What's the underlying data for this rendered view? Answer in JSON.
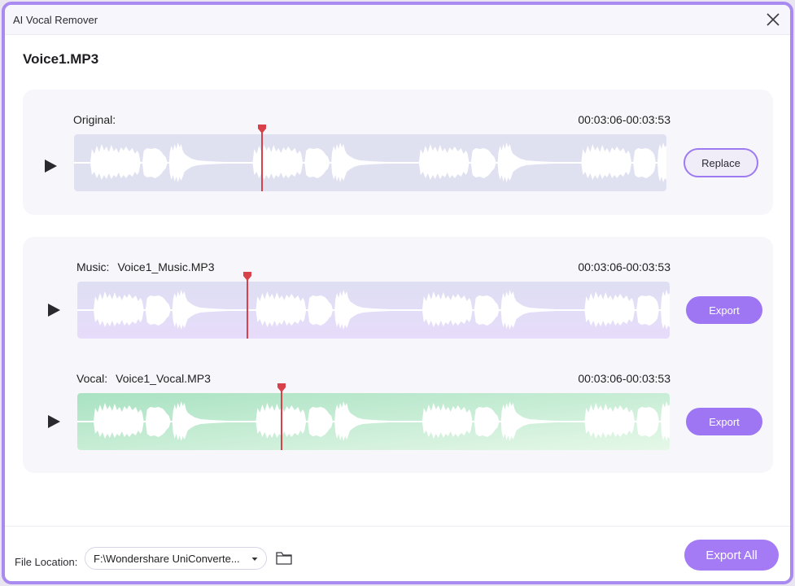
{
  "window": {
    "title": "AI Vocal Remover",
    "close_icon": "close-icon"
  },
  "file": {
    "name": "Voice1.MP3"
  },
  "original": {
    "label": "Original:",
    "time_range": "00:03:06-00:03:53",
    "button": "Replace",
    "play_icon": "play-icon",
    "playhead_pct": 31.8,
    "wave_color": "#dfe1f1"
  },
  "music": {
    "label": "Music:",
    "filename": "Voice1_Music.MP3",
    "time_range": "00:03:06-00:03:53",
    "button": "Export",
    "play_icon": "play-icon",
    "playhead_pct": 28.5,
    "wave_color_top": "#dfe0f3",
    "wave_color_bottom": "#e6dcfb"
  },
  "vocal": {
    "label": "Vocal:",
    "filename": "Voice1_Vocal.MP3",
    "time_range": "00:03:06-00:03:53",
    "button": "Export",
    "play_icon": "play-icon",
    "playhead_pct": 34.4,
    "wave_color_top": "#aee5c6",
    "wave_color_bottom": "#e3f7e5"
  },
  "footer": {
    "location_label": "File Location:",
    "location_value": "F:\\Wondershare UniConverte...",
    "folder_icon": "folder-icon",
    "export_all": "Export All"
  },
  "colors": {
    "accent": "#9e75f3",
    "window_border": "#a98af0",
    "playhead": "#d9414a",
    "card_bg": "#f6f6fb"
  }
}
